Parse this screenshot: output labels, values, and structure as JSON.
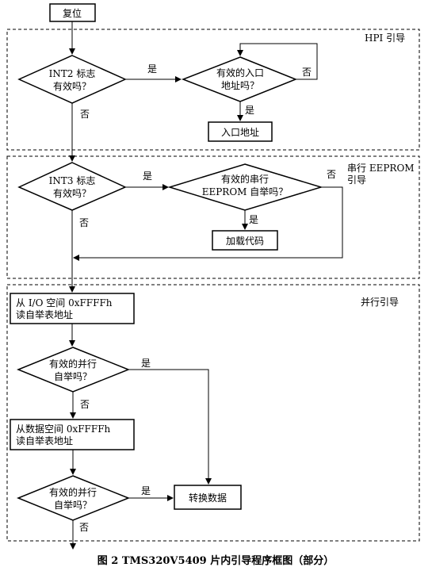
{
  "nodes": {
    "reset": "复位",
    "int2": [
      "INT2 标志",
      "有效吗？"
    ],
    "hpi_entry": [
      "有效的入口",
      "地址吗？"
    ],
    "entry_addr": "入口地址",
    "int3": [
      "INT3 标志",
      "有效吗？"
    ],
    "serial_boot": [
      "有效的串行",
      "EEPROM 自举吗？"
    ],
    "load_code": "加载代码",
    "read_io": [
      "从 I/O 空间 0xFFFFh",
      "读自举表地址"
    ],
    "parallel1": [
      "有效的并行",
      "自举吗？"
    ],
    "read_data": [
      "从数据空间 0xFFFFh",
      "读自举表地址"
    ],
    "parallel2": [
      "有效的并行",
      "自举吗？"
    ],
    "convert": "转换数据"
  },
  "labels": {
    "yes": "是",
    "no": "否"
  },
  "sections": {
    "hpi": "HPI 引导",
    "serial": [
      "串行 EEPROM",
      "引导"
    ],
    "parallel": "并行引导"
  },
  "caption": "图 2  TMS320V5409 片内引导程序框图（部分）"
}
